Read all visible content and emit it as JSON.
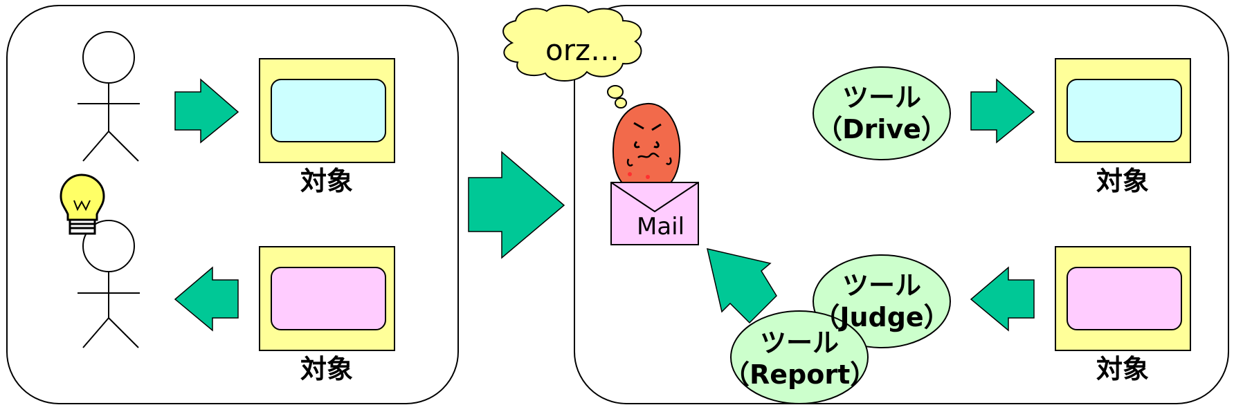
{
  "diagram": {
    "left_panel": {
      "targets": [
        {
          "label": "対象",
          "screen": "cyan"
        },
        {
          "label": "対象",
          "screen": "pink"
        }
      ]
    },
    "right_panel": {
      "cloud_text": "orz…",
      "mail_label": "Mail",
      "tools": [
        {
          "line1": "ツール",
          "line2": "（Drive）"
        },
        {
          "line1": "ツール",
          "line2": "（Judge）"
        },
        {
          "line1": "ツール",
          "line2": "（Report）"
        }
      ],
      "targets": [
        {
          "label": "対象",
          "screen": "cyan"
        },
        {
          "label": "対象",
          "screen": "pink"
        }
      ]
    },
    "colors": {
      "arrow": "#00C896",
      "frame_fill": "#FFFF99",
      "screen_cyan": "#CCFFFF",
      "screen_pink": "#FFCCFF",
      "tool_fill": "#CCFFCC",
      "cloud_fill": "#FFFF99",
      "bulb_fill": "#FFFF66",
      "mascot_fill": "#F26A4B",
      "envelope_fill": "#FFCCFF"
    }
  }
}
